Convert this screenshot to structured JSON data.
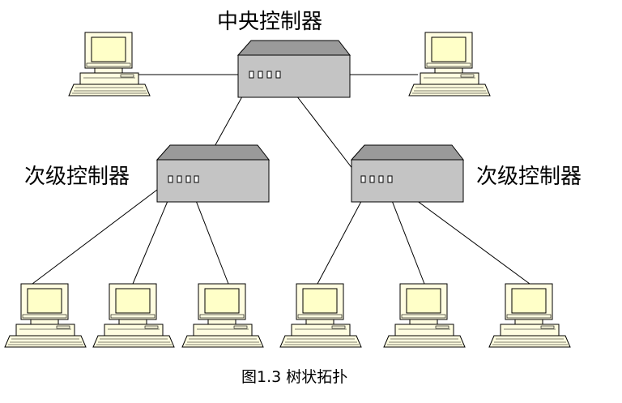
{
  "diagram": {
    "labels": {
      "central": "中央控制器",
      "secondary_left": "次级控制器",
      "secondary_right": "次级控制器"
    },
    "caption": "图1.3 树状拓扑"
  },
  "colors": {
    "controller_front": "#c4c4c4",
    "controller_top": "#9a9a9a",
    "monitor_screen": "#ffffc8",
    "computer_body": "#fffde0",
    "line": "#000000"
  }
}
